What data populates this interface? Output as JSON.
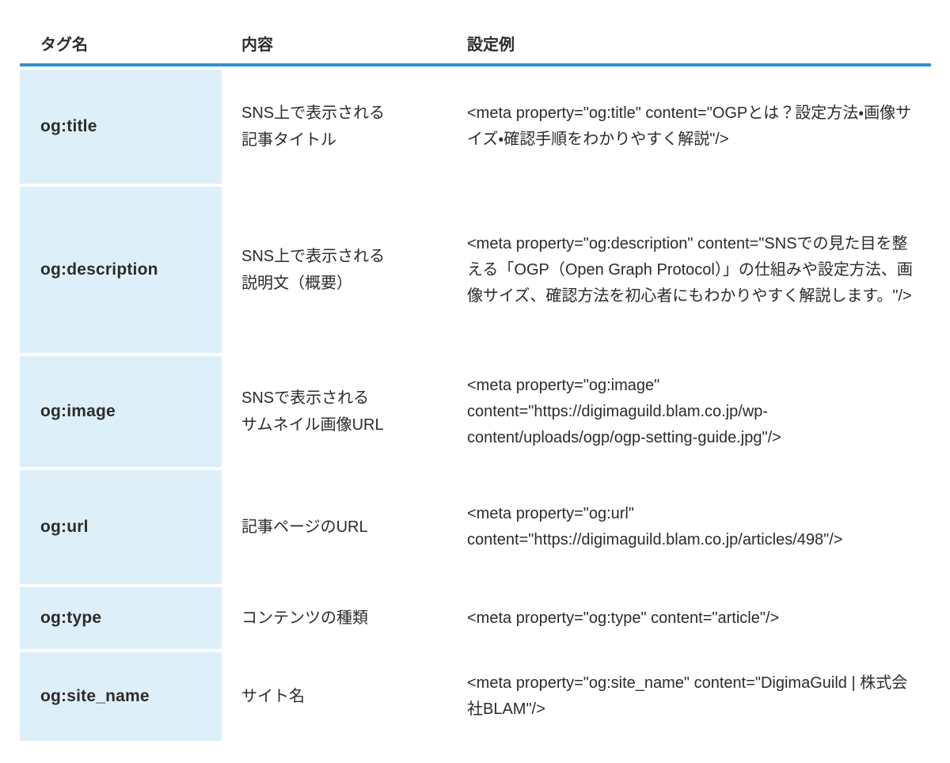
{
  "colors": {
    "accent_line": "#2e91d2",
    "tag_cell_background": "#ddf0fa",
    "text": "#2e2b29"
  },
  "table": {
    "headers": {
      "tag": "タグ名",
      "description": "内容",
      "example": "設定例"
    },
    "rows": [
      {
        "tag": "og:title",
        "description": "SNS上で表示される\n記事タイトル",
        "example": "<meta property=\"og:title\" content=\"OGPとは？設定方法・画像サイズ・確認手順をわかりやすく解説\"/>"
      },
      {
        "tag": "og:description",
        "description": "SNS上で表示される\n説明文（概要）",
        "example": "<meta property=\"og:description\" content=\"SNSでの見た目を整える「OGP（Open Graph Protocol）」の仕組みや設定方法、画像サイズ、確認方法を初心者にもわかりやすく解説します。\"/>"
      },
      {
        "tag": "og:image",
        "description": "SNSで表示される\nサムネイル画像URL",
        "example": "<meta property=\"og:image\" content=\"https://digimaguild.blam.co.jp/wp-content/uploads/ogp/ogp-setting-guide.jpg\"/>"
      },
      {
        "tag": "og:url",
        "description": "記事ページのURL",
        "example": "<meta property=\"og:url\" content=\"https://digimaguild.blam.co.jp/articles/498\"/>"
      },
      {
        "tag": "og:type",
        "description": "コンテンツの種類",
        "example": "<meta property=\"og:type\" content=\"article\"/>"
      },
      {
        "tag": "og:site_name",
        "description": "サイト名",
        "example": "<meta property=\"og:site_name\" content=\"DigimaGuild | 株式会社BLAM\"/>"
      }
    ]
  }
}
